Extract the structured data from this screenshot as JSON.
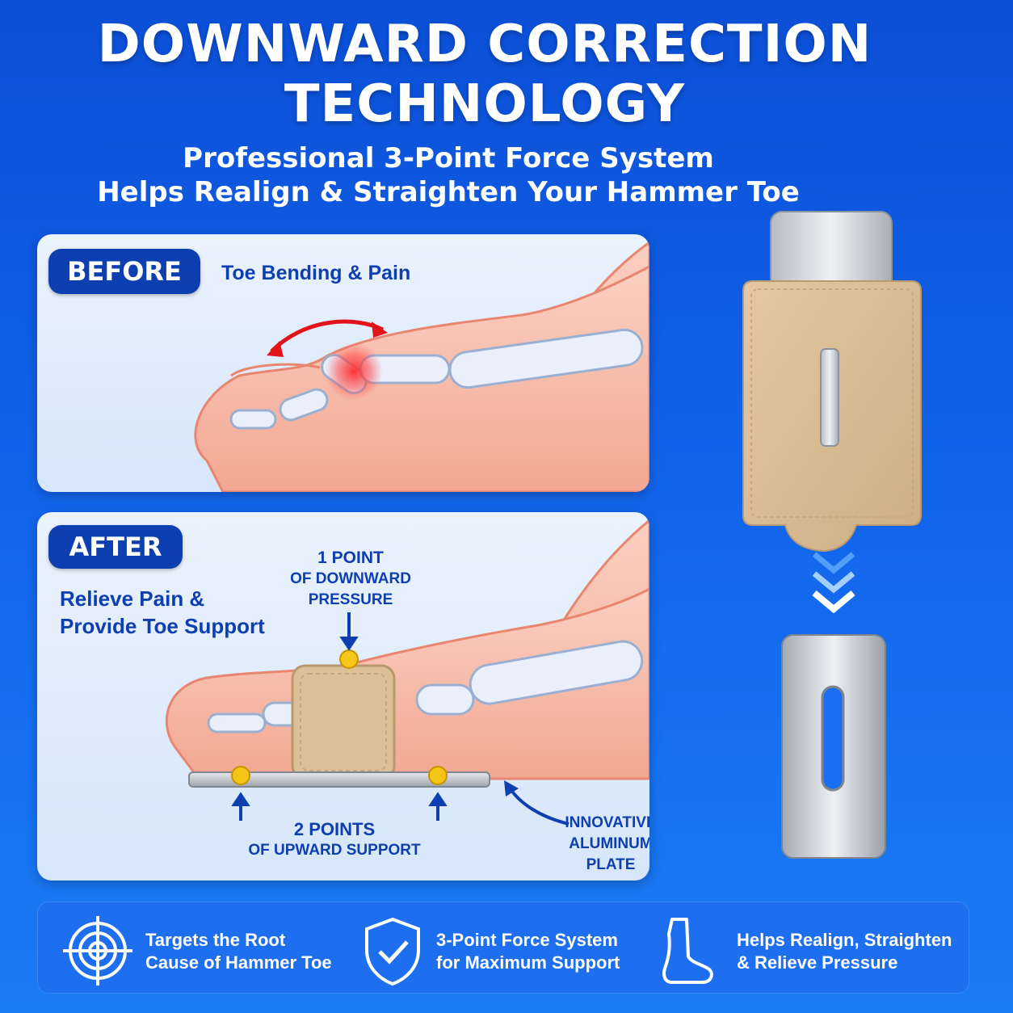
{
  "header": {
    "title_line1": "DOWNWARD CORRECTION",
    "title_line2": "TECHNOLOGY",
    "subtitle_line1": "Professional 3-Point Force System",
    "subtitle_line2": "Helps Realign & Straighten Your Hammer Toe"
  },
  "before": {
    "badge": "BEFORE",
    "caption": "Toe Bending & Pain"
  },
  "after": {
    "badge": "AFTER",
    "caption_line1": "Relieve Pain &",
    "caption_line2": "Provide Toe Support",
    "point1_line1": "1 POINT",
    "point1_line2": "OF DOWNWARD",
    "point1_line3": "PRESSURE",
    "point2_line1": "2 POINTS",
    "point2_line2": "OF UPWARD SUPPORT",
    "plate_line1": "INNOVATIVE",
    "plate_line2": "ALUMINUM PLATE"
  },
  "features": [
    {
      "icon": "target-icon",
      "line1": "Targets the Root",
      "line2": "Cause of Hammer Toe"
    },
    {
      "icon": "shield-check-icon",
      "line1": "3-Point Force System",
      "line2": "for Maximum Support"
    },
    {
      "icon": "foot-icon",
      "line1": "Helps Realign, Straighten",
      "line2": "& Relieve Pressure"
    }
  ],
  "colors": {
    "background": "#1163ea",
    "badge": "#0d3fb0",
    "skin": "#f6b8a6",
    "pain": "#e8202a",
    "pressure_point": "#f5c518",
    "felt": "#dcbf97",
    "plate": "#c4c8cd"
  }
}
